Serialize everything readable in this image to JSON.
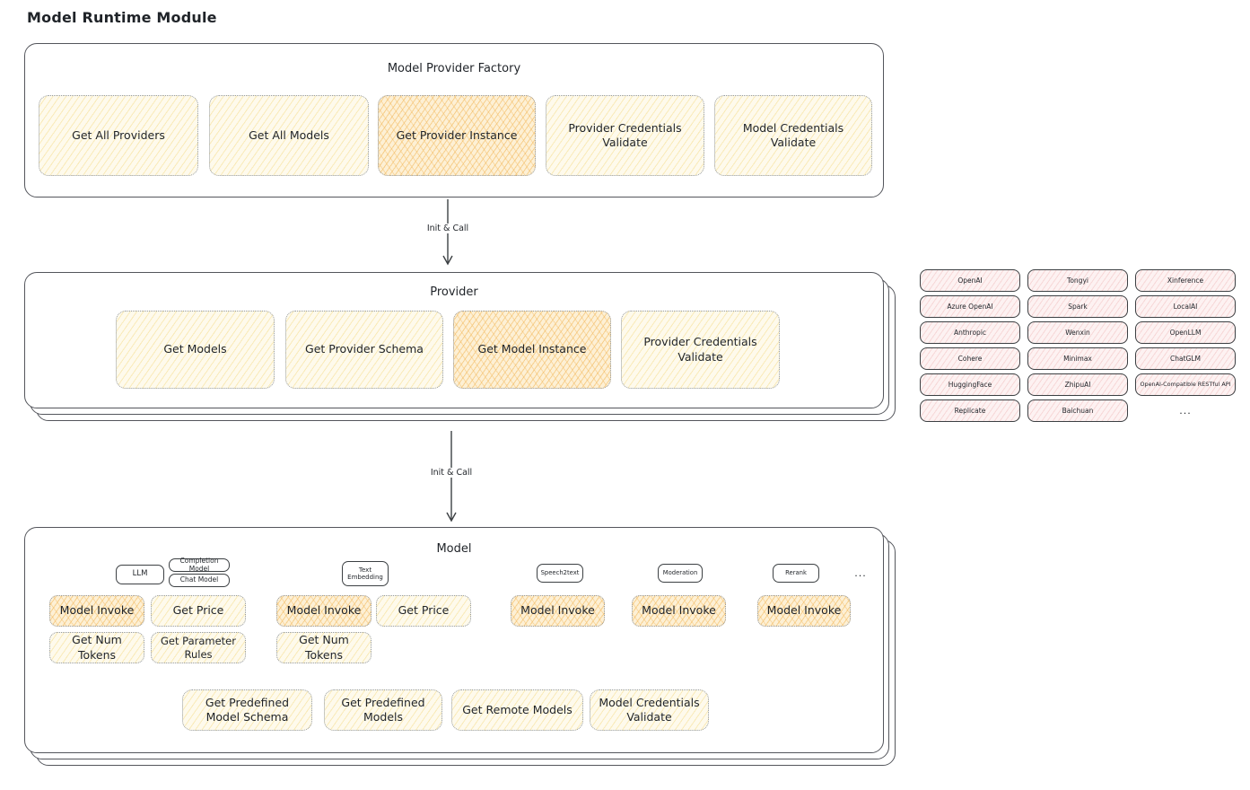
{
  "page_title": "Model Runtime Module",
  "arrows": {
    "top_label": "Init & Call",
    "bottom_label": "Init & Call"
  },
  "factory": {
    "title": "Model Provider Factory",
    "items": [
      "Get All Providers",
      "Get All Models",
      "Get Provider Instance",
      "Provider Credentials Validate",
      "Model Credentials Validate"
    ]
  },
  "provider": {
    "title": "Provider",
    "items": [
      "Get Models",
      "Get Provider Schema",
      "Get Model Instance",
      "Provider Credentials Validate"
    ]
  },
  "vendors": {
    "cells": [
      "OpenAI",
      "Tongyi",
      "Xinference",
      "Azure OpenAI",
      "Spark",
      "LocalAI",
      "Anthropic",
      "Wenxin",
      "OpenLLM",
      "Cohere",
      "Minimax",
      "ChatGLM",
      "HuggingFace",
      "ZhipuAI",
      "OpenAI-Compatible RESTful API",
      "Replicate",
      "Baichuan",
      "..."
    ]
  },
  "model": {
    "title": "Model",
    "tabs": {
      "llm": "LLM",
      "completion": "Completion Model",
      "chat": "Chat Model",
      "embedding": "Text Embedding",
      "speech": "Speech2text",
      "moderation": "Moderation",
      "rerank": "Rerank",
      "more": "..."
    },
    "ops": {
      "model_invoke": "Model Invoke",
      "get_price": "Get Price",
      "get_num_tokens": "Get Num Tokens",
      "get_parameter_rules": "Get Parameter Rules"
    },
    "shared_ops": [
      "Get Predefined Model Schema",
      "Get Predefined Models",
      "Get Remote Models",
      "Model Credentials Validate"
    ]
  },
  "colors": {
    "yellow": "#fefaec",
    "orange": "#fdf0d5",
    "blue": "#ddecf8",
    "pink": "#fdf2f2",
    "ink": "#1f2328"
  }
}
